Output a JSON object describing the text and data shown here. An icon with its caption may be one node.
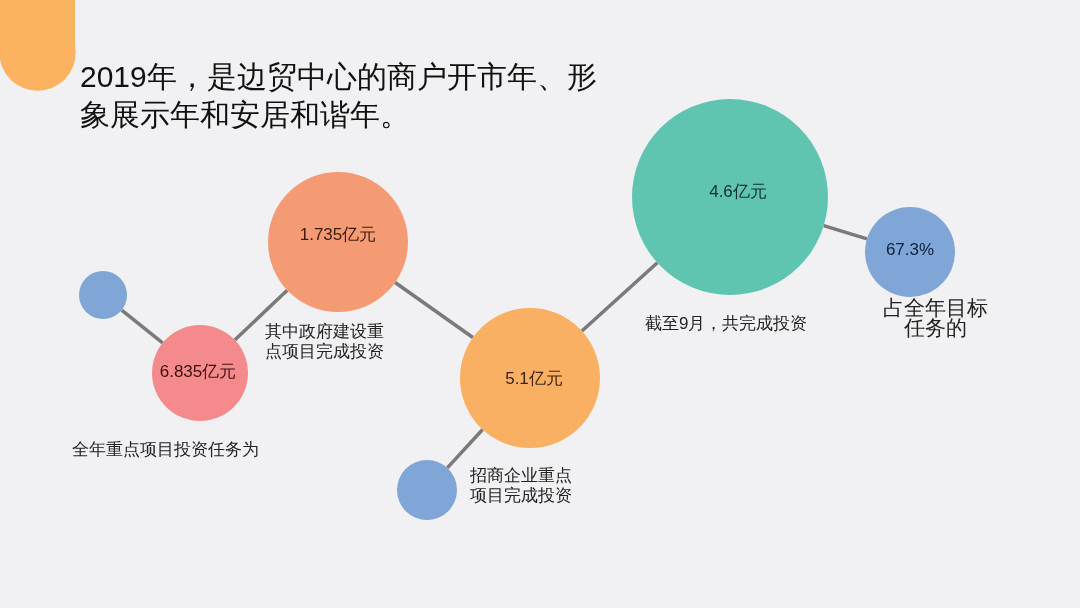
{
  "diagram": {
    "title": "2019年，是边贸中心的商户开市年、形象展示年和安居和谐年。",
    "nodes": [
      {
        "text": [],
        "shape": "circle"
      },
      {
        "text": [
          "6.835亿元"
        ],
        "beside": [
          "全年重点项目投资任务为"
        ]
      },
      {
        "text": [
          "1.735亿元"
        ],
        "beside": [
          "其中政府建设重点项目完成投资"
        ]
      },
      {
        "text": [
          "5.1亿元"
        ],
        "beside": [
          "招商企业重点项目完成投资"
        ]
      },
      {
        "text": [],
        "shape": "circle"
      },
      {
        "text": [
          "4.6亿元"
        ],
        "beside": [
          "截至9月，共完成投资"
        ]
      },
      {
        "text": [
          "67.3%"
        ],
        "beside": [
          "占全年目标任务的"
        ]
      }
    ],
    "edges": [
      {
        "from": 0,
        "to": 1,
        "arrow": "none"
      },
      {
        "from": 1,
        "to": 2,
        "arrow": "none"
      },
      {
        "from": 2,
        "to": 3,
        "arrow": "none"
      },
      {
        "from": 4,
        "to": 3,
        "arrow": "none"
      },
      {
        "from": 3,
        "to": 5,
        "arrow": "none"
      },
      {
        "from": 5,
        "to": 6,
        "arrow": "none"
      }
    ]
  }
}
